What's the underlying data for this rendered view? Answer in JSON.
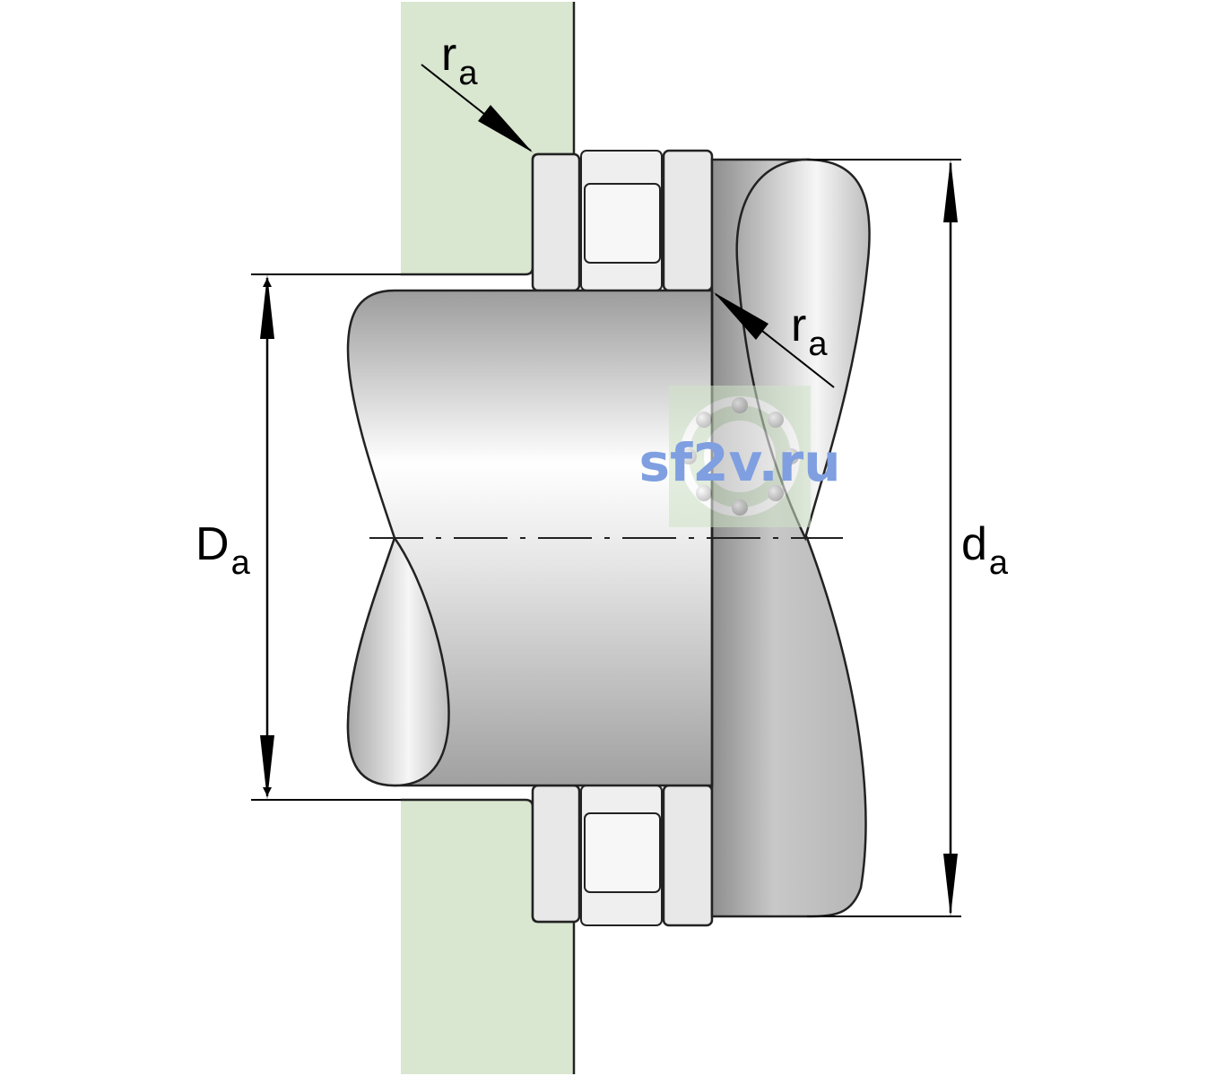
{
  "labels": {
    "ra_top": {
      "main": "r",
      "sub": "a"
    },
    "ra_right": {
      "main": "r",
      "sub": "a"
    },
    "Da": {
      "main": "D",
      "sub": "a"
    },
    "da": {
      "main": "d",
      "sub": "a"
    }
  },
  "watermark": {
    "text": "sf2v.ru"
  },
  "colors": {
    "housing": "#d9e6d0",
    "outline": "#222222",
    "steel_light": "#f4f4f4",
    "steel_dark": "#9a9a9a",
    "watermark": "#7f9fe0"
  }
}
